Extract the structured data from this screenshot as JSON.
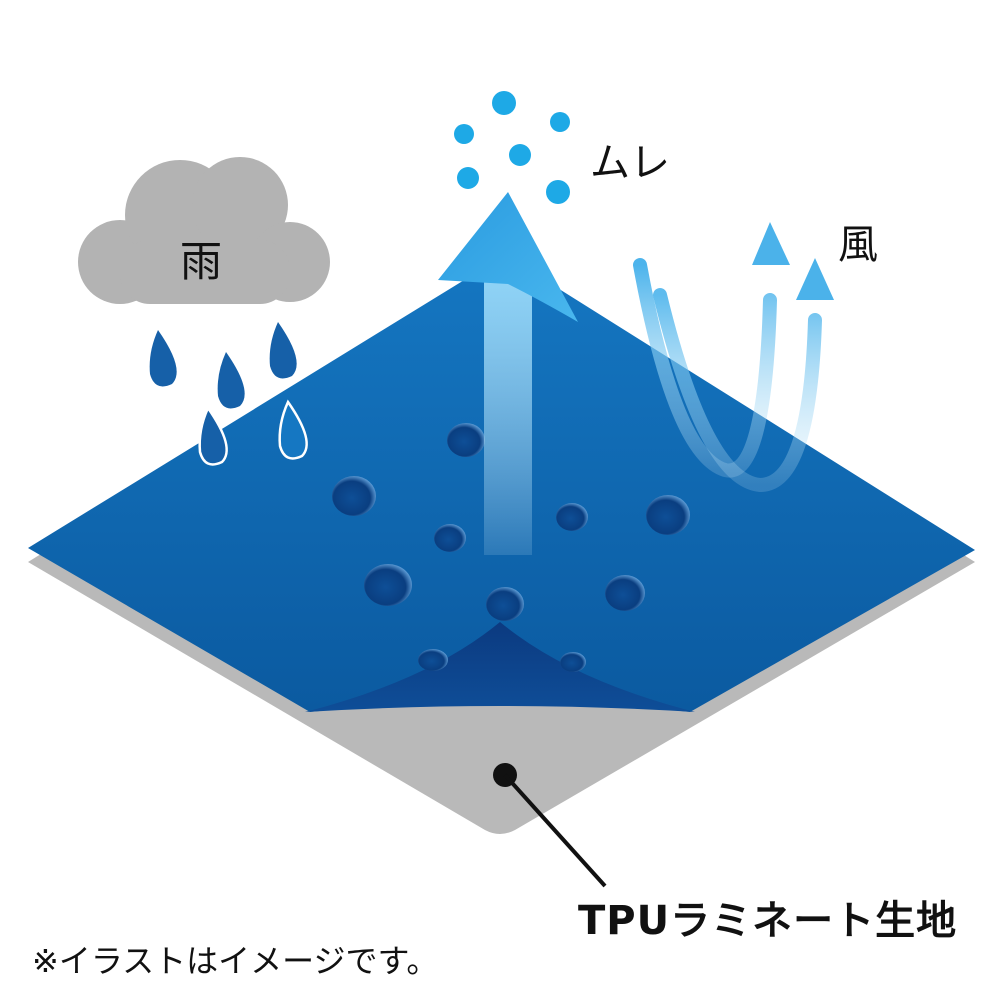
{
  "labels": {
    "rain": "雨",
    "humidity": "ムレ",
    "wind": "風",
    "fabric": "TPUラミネート生地",
    "note": "※イラストはイメージです。"
  },
  "colors": {
    "fabric_top": "#0e63ad",
    "fabric_fold": "#0b3d82",
    "fabric_back": "#b9b9b9",
    "cloud": "#b3b3b3",
    "raindrop": "#1660a8",
    "vapor": "#1ea9e6",
    "arrow": "#2ea3e3",
    "wind_arrow": "#4bb2ea",
    "pointer": "#111111"
  },
  "icons": [
    "cloud-icon",
    "raindrop-icon",
    "water-bead-icon",
    "vapor-dot-icon",
    "up-arrow-icon",
    "wind-arrow-icon",
    "pointer-dot-icon"
  ]
}
